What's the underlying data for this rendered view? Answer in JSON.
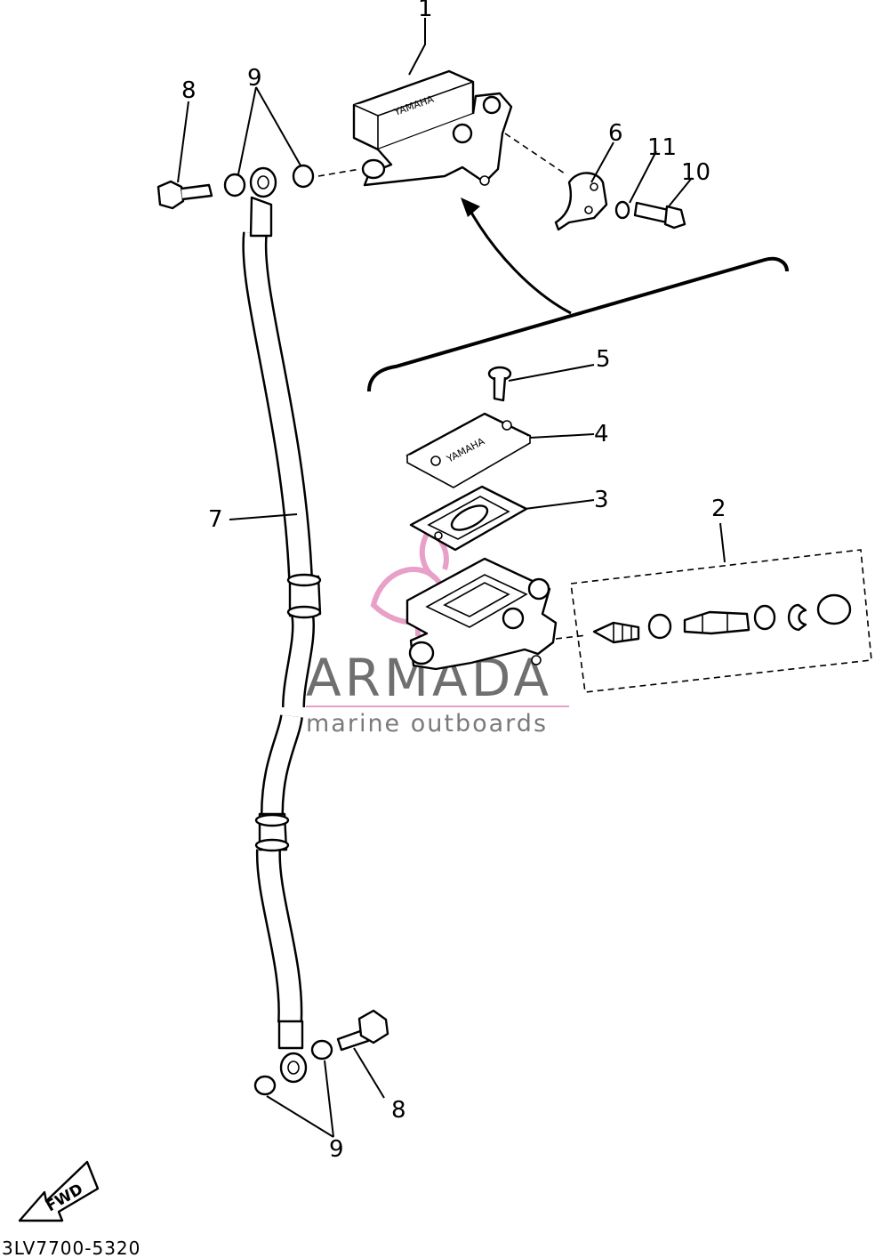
{
  "callouts": {
    "c1": "1",
    "c2": "2",
    "c3": "3",
    "c4": "4",
    "c5": "5",
    "c6": "6",
    "c7": "7",
    "c8_top": "8",
    "c8_bottom": "8",
    "c9_top": "9",
    "c9_bottom": "9",
    "c10": "10",
    "c11": "11"
  },
  "part_brand": {
    "cylinder_top": "YAMAHA",
    "cover": "YAMAHA"
  },
  "watermark": {
    "name": "ARMADA",
    "tagline": "marine outboards",
    "accent_color": "#e8a0c8",
    "text_color": "#6f6f6f"
  },
  "fwd_arrow": "FWD",
  "diagram_code": "3LV7700-5320"
}
